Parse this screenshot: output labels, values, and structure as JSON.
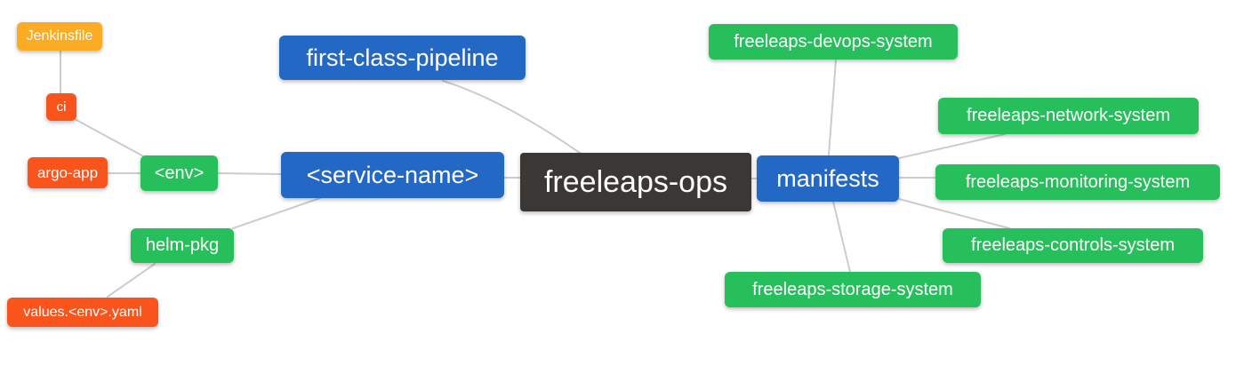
{
  "palette": {
    "blue": "#2368c4",
    "green": "#26bf5c",
    "orange": "#fbab24",
    "red": "#fa541d",
    "dark": "#3a3734",
    "edge": "#cccccc",
    "node_text": "#ffffff",
    "background": "#ffffff"
  },
  "nodes": {
    "freeleaps_ops": {
      "label": "freeleaps-ops",
      "color": "dark"
    },
    "first_class_pipeline": {
      "label": "first-class-pipeline",
      "color": "blue"
    },
    "service_name": {
      "label": "<service-name>",
      "color": "blue"
    },
    "manifests": {
      "label": "manifests",
      "color": "blue"
    },
    "env": {
      "label": "<env>",
      "color": "green"
    },
    "helm_pkg": {
      "label": "helm-pkg",
      "color": "green"
    },
    "ci": {
      "label": "ci",
      "color": "red"
    },
    "argo_app": {
      "label": "argo-app",
      "color": "red"
    },
    "jenkinsfile": {
      "label": "Jenkinsfile",
      "color": "orange"
    },
    "values_env_yaml": {
      "label": "values.<env>.yaml",
      "color": "red"
    },
    "devops_system": {
      "label": "freeleaps-devops-system",
      "color": "green"
    },
    "network_system": {
      "label": "freeleaps-network-system",
      "color": "green"
    },
    "monitoring_system": {
      "label": "freeleaps-monitoring-system",
      "color": "green"
    },
    "controls_system": {
      "label": "freeleaps-controls-system",
      "color": "green"
    },
    "storage_system": {
      "label": "freeleaps-storage-system",
      "color": "green"
    }
  },
  "edges": [
    {
      "from": "ci",
      "to": "jenkinsfile"
    },
    {
      "from": "env",
      "to": "ci"
    },
    {
      "from": "env",
      "to": "argo_app"
    },
    {
      "from": "service_name",
      "to": "env"
    },
    {
      "from": "service_name",
      "to": "helm_pkg"
    },
    {
      "from": "helm_pkg",
      "to": "values_env_yaml"
    },
    {
      "from": "freeleaps_ops",
      "to": "service_name"
    },
    {
      "from": "freeleaps_ops",
      "to": "first_class_pipeline"
    },
    {
      "from": "freeleaps_ops",
      "to": "manifests"
    },
    {
      "from": "manifests",
      "to": "devops_system"
    },
    {
      "from": "manifests",
      "to": "network_system"
    },
    {
      "from": "manifests",
      "to": "monitoring_system"
    },
    {
      "from": "manifests",
      "to": "controls_system"
    },
    {
      "from": "manifests",
      "to": "storage_system"
    }
  ]
}
